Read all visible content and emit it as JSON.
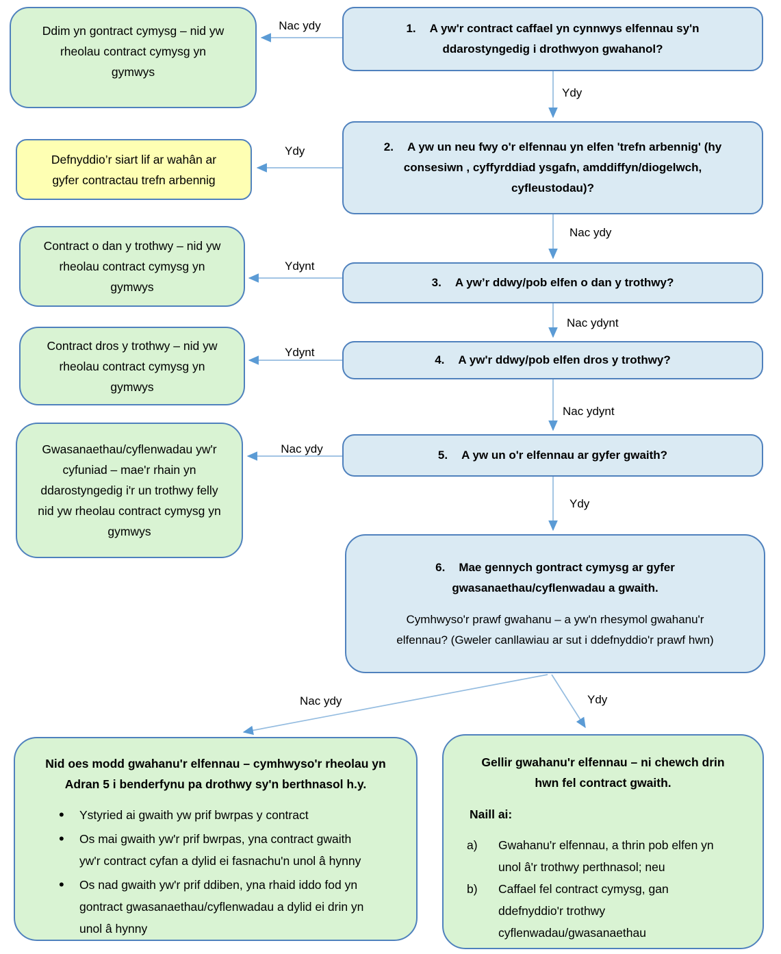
{
  "palette": {
    "box_border": "#4f81bd",
    "question_fill": "#daeaf3",
    "result_fill": "#d9f3d3",
    "special_fill": "#feffb3",
    "arrow_line": "#94bce0",
    "arrow_head": "#5b9bd5",
    "text": "#000000"
  },
  "questions": {
    "q1": {
      "num": "1.",
      "text": "A yw'r contract caffael yn cynnwys elfennau sy'n ddarostyngedig i drothwyon gwahanol?"
    },
    "q2": {
      "num": "2.",
      "text": "A yw un neu fwy o'r elfennau yn elfen 'trefn arbennig' (hy consesiwn , cyffyrddiad ysgafn, amddiffyn/diogelwch, cyfleustodau)?"
    },
    "q3": {
      "num": "3.",
      "text": "A yw’r ddwy/pob elfen o dan y trothwy?"
    },
    "q4": {
      "num": "4.",
      "text": "A yw'r ddwy/pob elfen dros y trothwy?"
    },
    "q5": {
      "num": "5.",
      "text": "A yw un o'r elfennau ar gyfer gwaith?"
    },
    "q6": {
      "num": "6.",
      "title": "Mae gennych gontract cymysg ar gyfer gwasanaethau/cyflenwadau a gwaith.",
      "body": "Cymhwyso'r prawf gwahanu – a yw'n rhesymol gwahanu'r elfennau? (Gweler canllawiau ar sut i ddefnyddio'r prawf hwn)"
    }
  },
  "outcomes": {
    "not_mixed": "Ddim yn gontract cymysg – nid yw rheolau contract cymysg yn gymwys",
    "special_regime": "Defnyddio’r siart lif ar wahân ar gyfer contractau trefn arbennig",
    "below_threshold": "Contract o dan y trothwy – nid yw rheolau contract cymysg yn gymwys",
    "above_threshold": "Contract dros y trothwy – nid yw rheolau contract cymysg yn gymwys",
    "services_supplies": "Gwasanaethau/cyflenwadau yw'r cyfuniad – mae'r rhain yn ddarostyngedig i'r un trothwy felly nid yw rheolau contract cymysg yn gymwys",
    "cannot_separate": {
      "title": "Nid oes modd gwahanu'r elfennau – cymhwyso'r rheolau yn Adran 5 i benderfynu pa drothwy sy'n berthnasol h.y.",
      "bullets": [
        "Ystyried ai gwaith yw prif bwrpas y contract",
        "Os mai gwaith yw'r prif bwrpas, yna contract gwaith yw'r contract cyfan a dylid ei fasnachu'n unol â hynny",
        "Os nad gwaith yw'r prif ddiben, yna rhaid iddo fod yn gontract gwasanaethau/cyflenwadau a dylid ei drin yn unol â hynny"
      ]
    },
    "can_separate": {
      "title": "Gellir gwahanu'r elfennau – ni chewch drin hwn fel contract gwaith.",
      "subtitle": "Naill ai:",
      "options": [
        {
          "marker": "a)",
          "text": "Gwahanu'r elfennau, a thrin pob elfen yn unol â'r trothwy perthnasol; neu"
        },
        {
          "marker": "b)",
          "text": "Caffael fel contract cymysg, gan ddefnyddio'r trothwy cyflenwadau/gwasanaethau"
        }
      ]
    }
  },
  "edge_labels": {
    "e1": "Nac ydy",
    "v1": "Ydy",
    "e2": "Ydy",
    "v2": "Nac ydy",
    "e3": "Ydynt",
    "v3": "Nac ydynt",
    "e4": "Ydynt",
    "v4": "Nac ydynt",
    "e5": "Nac ydy",
    "v5": "Ydy",
    "fork_no": "Nac ydy",
    "fork_yes": "Ydy"
  }
}
